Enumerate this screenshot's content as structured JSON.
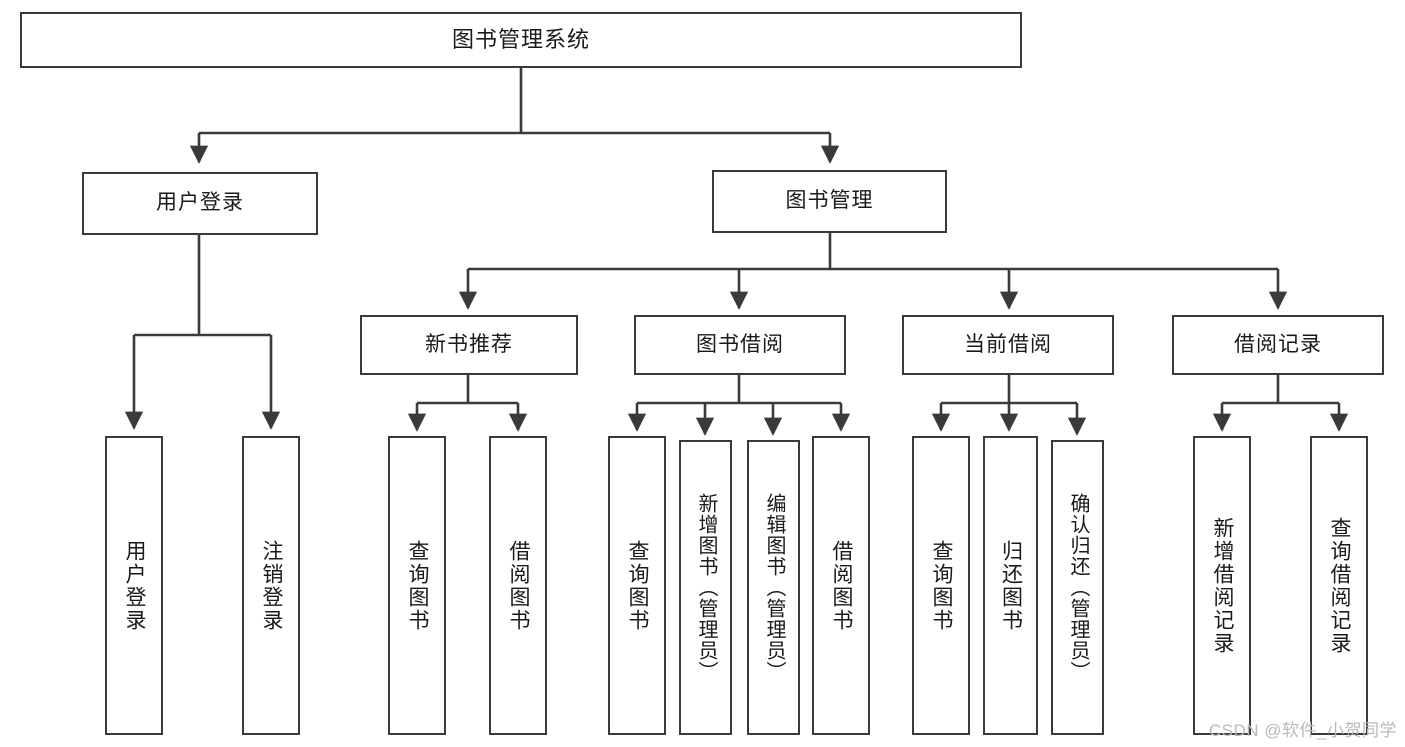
{
  "diagram": {
    "title": "图书管理系统",
    "watermark": "CSDN @软件_小贺同学",
    "colors": {
      "background": "#ffffff",
      "stroke": "#3a3a3a",
      "text": "#1a1a1a",
      "watermark": "#b9b9b9"
    },
    "nodes": {
      "root": {
        "label": "图书管理系统"
      },
      "level1": [
        {
          "label": "用户登录"
        },
        {
          "label": "图书管理"
        }
      ],
      "level2": [
        {
          "label": "新书推荐"
        },
        {
          "label": "图书借阅"
        },
        {
          "label": "当前借阅"
        },
        {
          "label": "借阅记录"
        }
      ],
      "leaves": {
        "user_login": [
          {
            "label": "用户登录"
          },
          {
            "label": "注销登录"
          }
        ],
        "new_book_recommend": [
          {
            "label": "查询图书"
          },
          {
            "label": "借阅图书"
          }
        ],
        "book_borrow": [
          {
            "label": "查询图书"
          },
          {
            "label": "新增图书（管理员）"
          },
          {
            "label": "编辑图书（管理员）"
          },
          {
            "label": "借阅图书"
          }
        ],
        "current_borrow": [
          {
            "label": "查询图书"
          },
          {
            "label": "归还图书"
          },
          {
            "label": "确认归还（管理员）"
          }
        ],
        "borrow_record": [
          {
            "label": "新增借阅记录"
          },
          {
            "label": "查询借阅记录"
          }
        ]
      }
    }
  }
}
